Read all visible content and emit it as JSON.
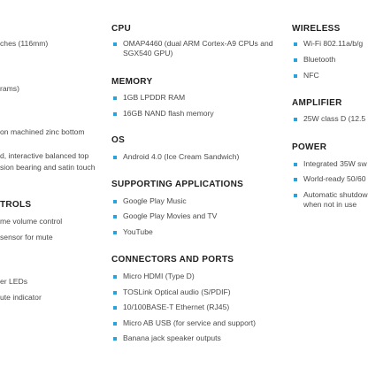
{
  "left": {
    "partial_lines": [
      "ches (116mm)",
      "rams)",
      "on machined zinc bottom",
      "d, interactive balanced top",
      "sion bearing and satin touch",
      "me volume control",
      "sensor for mute",
      "er LEDs",
      "ute indicator"
    ],
    "partial_heading": "TROLS"
  },
  "mid": {
    "cpu": {
      "title": "CPU",
      "items": [
        "OMAP4460 (dual ARM Cortex-A9 CPUs and SGX540 GPU)"
      ]
    },
    "memory": {
      "title": "MEMORY",
      "items": [
        "1GB LPDDR RAM",
        "16GB NAND flash memory"
      ]
    },
    "os": {
      "title": "OS",
      "items": [
        "Android 4.0 (Ice Cream Sandwich)"
      ]
    },
    "apps": {
      "title": "SUPPORTING APPLICATIONS",
      "items": [
        "Google Play Music",
        "Google Play Movies and TV",
        "YouTube"
      ]
    },
    "connectors": {
      "title": "CONNECTORS AND PORTS",
      "items": [
        "Micro HDMI (Type D)",
        "TOSLink Optical audio (S/PDIF)",
        "10/100BASE-T Ethernet (RJ45)",
        "Micro AB USB (for service and support)",
        "Banana jack speaker outputs"
      ]
    }
  },
  "right": {
    "wireless": {
      "title": "WIRELESS",
      "items": [
        "Wi-Fi 802.11a/b/g",
        "Bluetooth",
        "NFC"
      ]
    },
    "amplifier": {
      "title": "AMPLIFIER",
      "items": [
        "25W class D (12.5"
      ]
    },
    "power": {
      "title": "POWER",
      "items": [
        "Integrated 35W sw",
        "World-ready 50/60",
        "Automatic shutdow",
        "when not in use"
      ]
    }
  },
  "colors": {
    "accent": "#2aa3d8",
    "heading": "#1f1f1f",
    "text": "#4a4a4a"
  }
}
